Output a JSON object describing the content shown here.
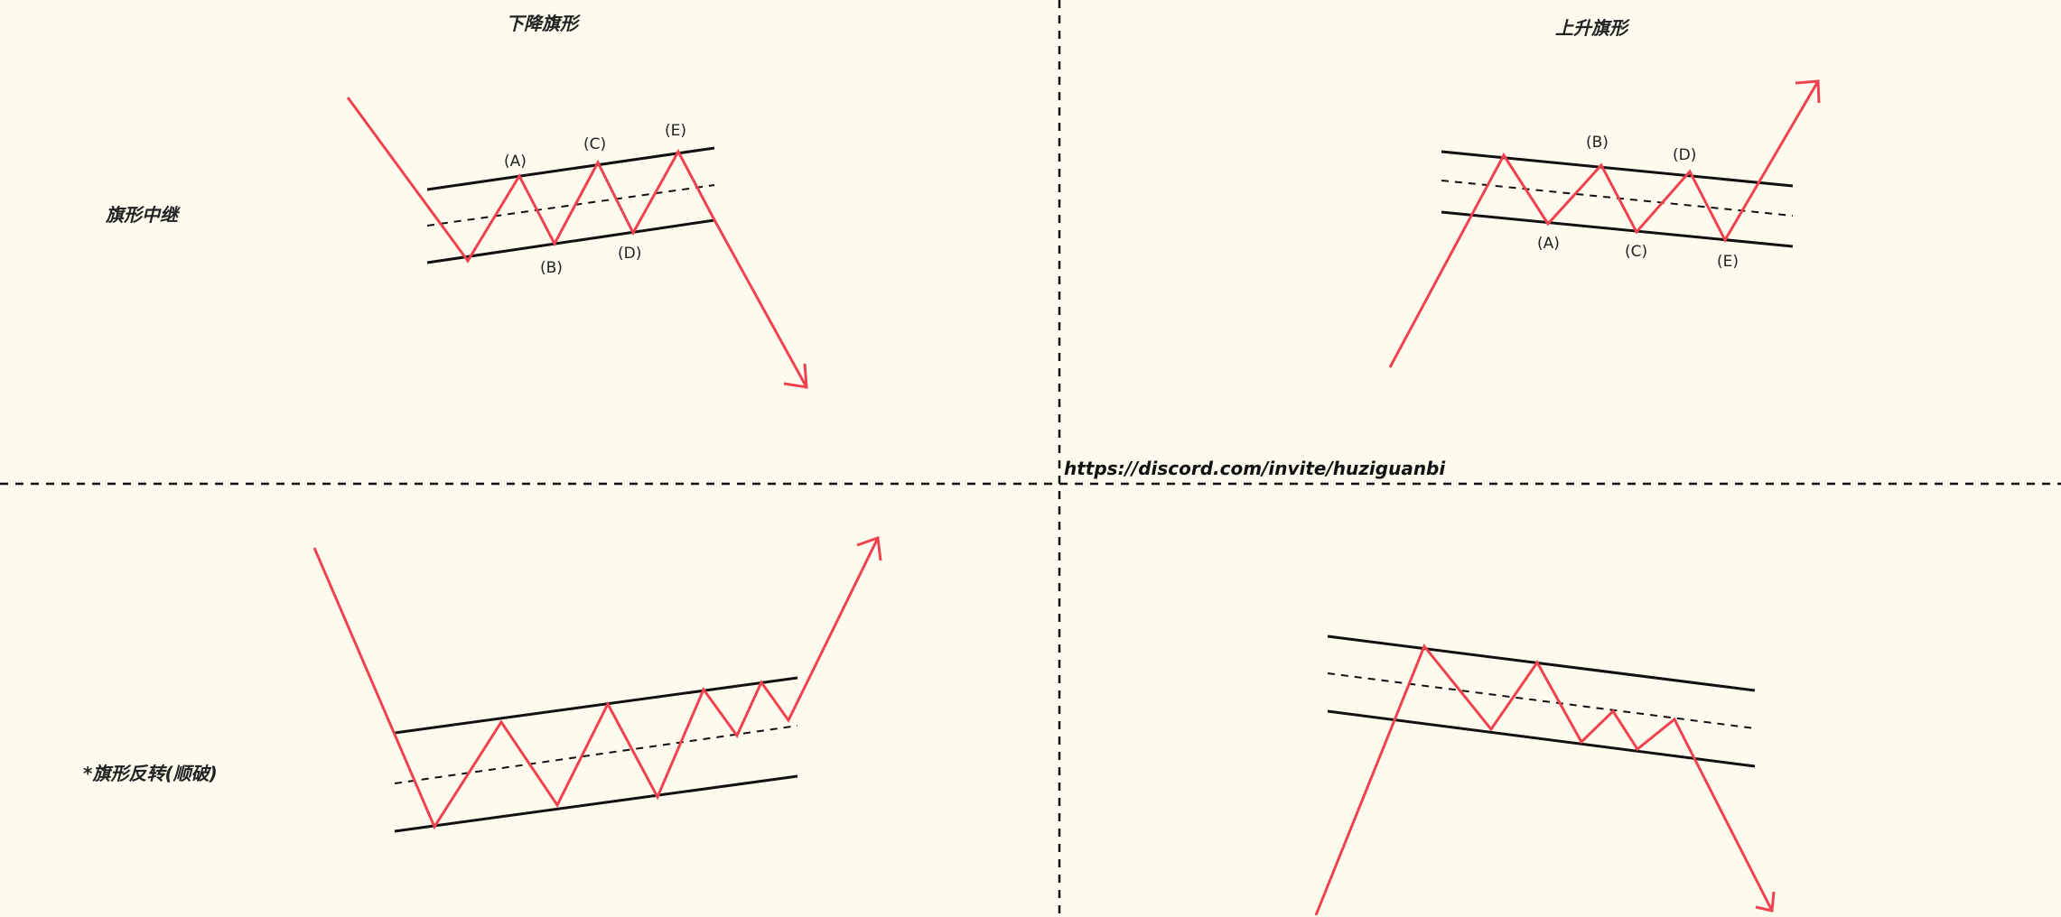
{
  "titles": {
    "descending_flag": "下降旗形",
    "ascending_flag": "上升旗形"
  },
  "row_labels": {
    "continuation": "旗形中继",
    "reversal": "*旗形反转(顺破)"
  },
  "url": "https://discord.com/invite/huziguanbi",
  "point_labels": {
    "A": "(A)",
    "B": "(B)",
    "C": "(C)",
    "D": "(D)",
    "E": "(E)"
  },
  "colors": {
    "background": "#fcfbee",
    "price_line": "#f0414f",
    "channel_line": "#111111",
    "text": "#222222"
  }
}
